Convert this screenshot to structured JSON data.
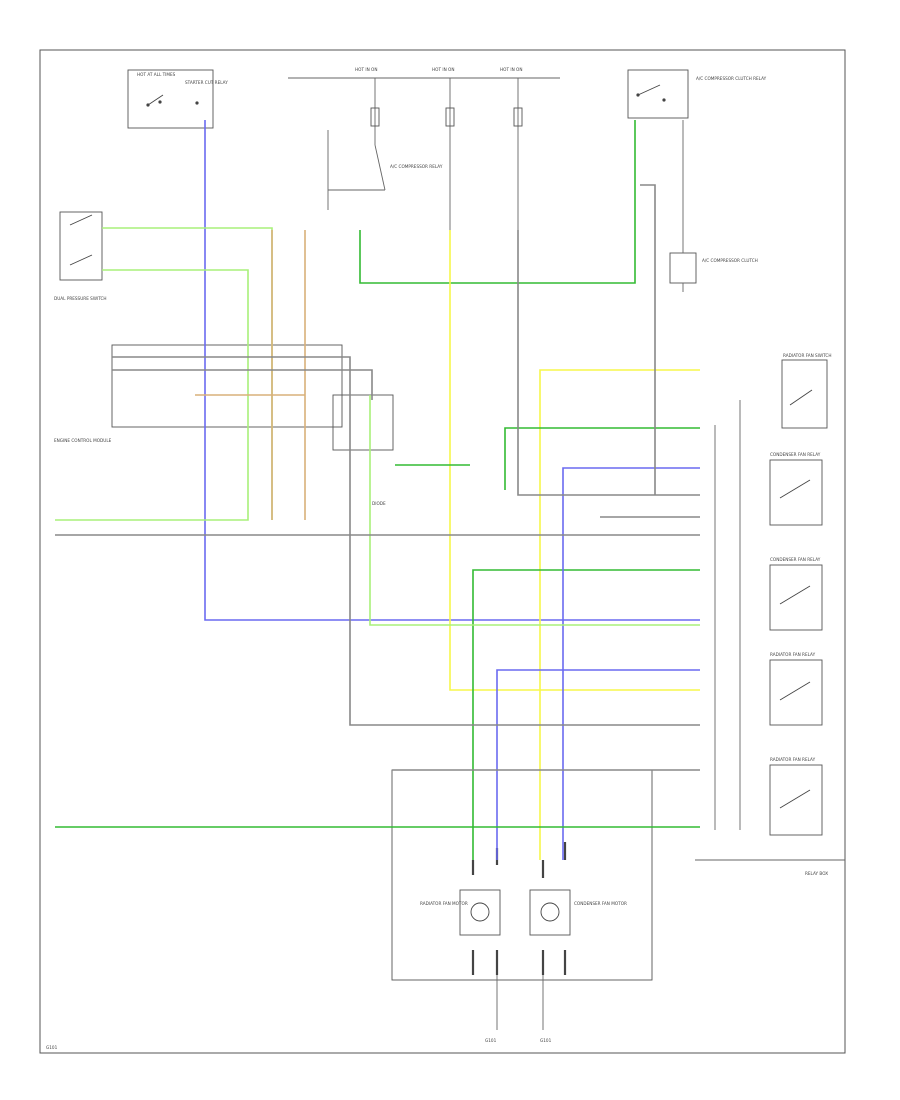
{
  "colors": {
    "green": "#33bb33",
    "lightgreen": "#a8f07a",
    "yellow": "#f7f74a",
    "blue": "#6a6af0",
    "tan": "#d9b07a",
    "gray": "#888888",
    "black": "#333333"
  },
  "labels": {
    "fuse_top_left": "HOT AT ALL TIMES",
    "fuse_top_left_b": "STARTER CUT RELAY",
    "hot_1": "HOT IN ON",
    "hot_2": "HOT IN ON",
    "hot_3": "HOT IN ON",
    "relay_right": "A/C COMPRESSOR CLUTCH RELAY",
    "clutch": "A/C COMPRESSOR CLUTCH",
    "dual_pressure": "DUAL PRESSURE SWITCH",
    "engine_control": "ENGINE CONTROL MODULE",
    "diode": "DIODE",
    "fan_motor_sw": "RADIATOR FAN SWITCH",
    "cond_fan_1": "CONDENSER FAN RELAY",
    "cond_fan_2": "CONDENSER FAN RELAY",
    "rad_fan_1": "RADIATOR FAN RELAY",
    "rad_fan_2": "RADIATOR FAN RELAY",
    "relay_box": "RELAY BOX",
    "motor_left": "RADIATOR FAN MOTOR",
    "motor_right": "CONDENSER FAN MOTOR",
    "ground_left": "G101",
    "ground_right": "G101",
    "footer": "G101"
  }
}
